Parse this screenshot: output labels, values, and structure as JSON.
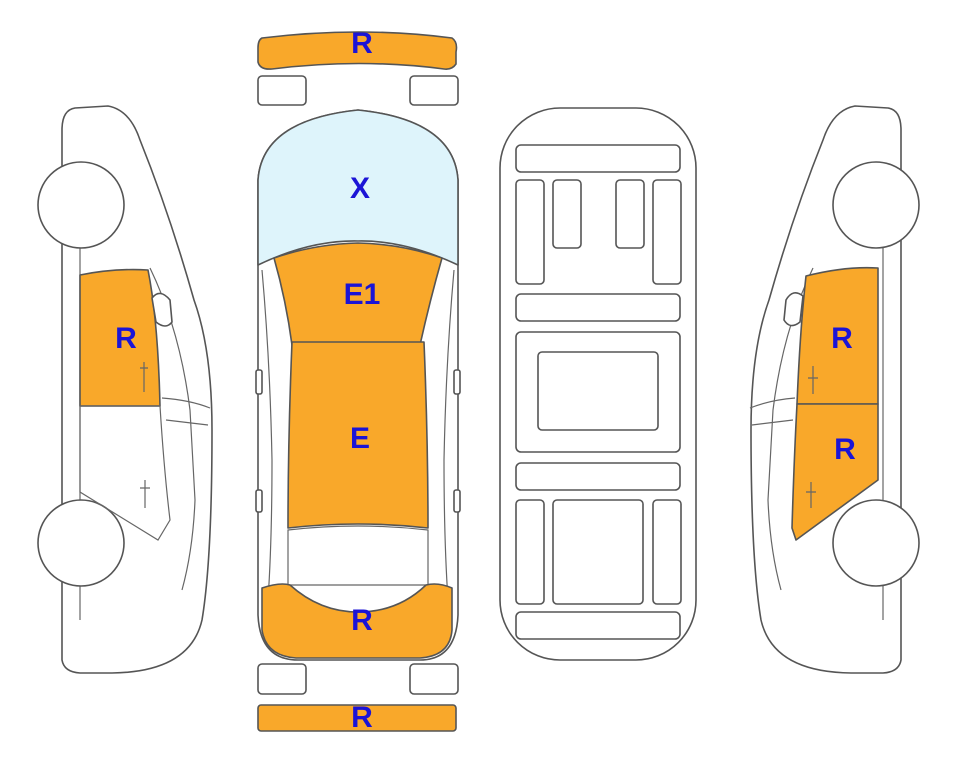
{
  "colors": {
    "damage_fill": "#f9a82a",
    "glass_fill": "#def4fb",
    "label_text": "#1b14d6",
    "outline": "#555555",
    "background": "#ffffff"
  },
  "views": {
    "top": {
      "front_bumper": "R",
      "windshield": "X",
      "hood": "E1",
      "roof": "E",
      "trunk": "R",
      "rear_bumper": "R"
    },
    "left_side": {
      "front_door": "R"
    },
    "right_side": {
      "front_door": "R",
      "rear_door": "R"
    }
  }
}
